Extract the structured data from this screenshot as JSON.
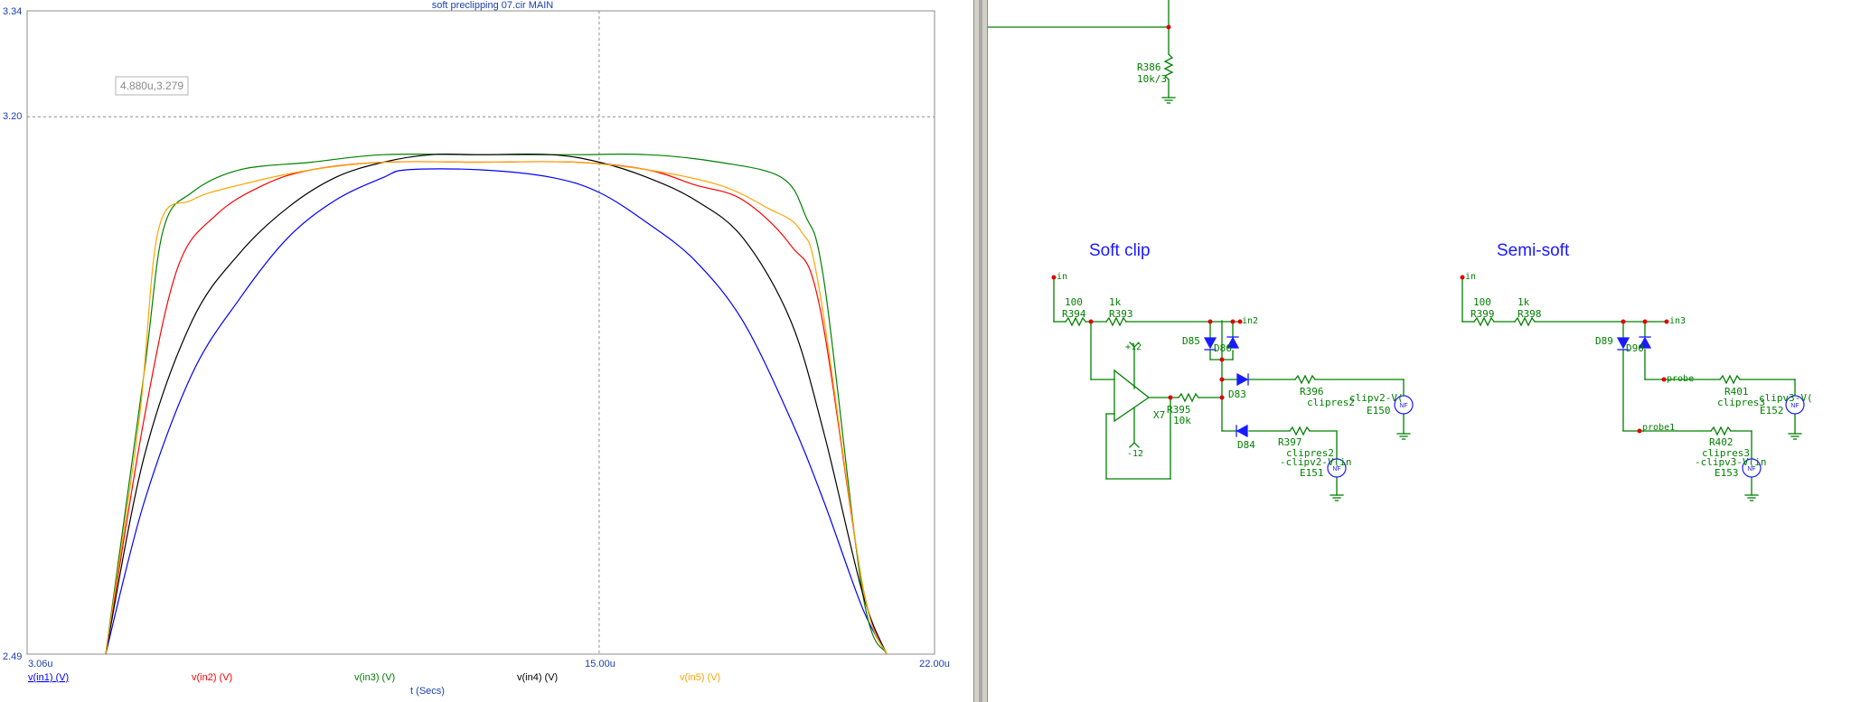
{
  "plot": {
    "title": "soft preclipping 07.cir MAIN",
    "cursor_readout": "4.880u,3.279",
    "x_axis_label": "t (Secs)",
    "x_ticks": [
      "3.06u",
      "15.00u",
      "22.00u"
    ],
    "y_ticks": [
      "3.34",
      "3.20",
      "2.49"
    ],
    "legend": [
      {
        "label": "v(in1) (V)",
        "color": "#0000ff"
      },
      {
        "label": "v(in2) (V)",
        "color": "#ff0000"
      },
      {
        "label": "v(in3) (V)",
        "color": "#008000"
      },
      {
        "label": "v(in4) (V)",
        "color": "#000000"
      },
      {
        "label": "v(in5) (V)",
        "color": "#ffa500"
      }
    ]
  },
  "chart_data": {
    "type": "line",
    "title": "soft preclipping 07.cir MAIN",
    "xlabel": "t (Secs)",
    "ylabel": "",
    "xlim": [
      3.06,
      22.0
    ],
    "ylim": [
      2.49,
      3.34
    ],
    "grid": "dashed crosshair at x=15.00u and y=3.20",
    "legend": "bottom",
    "series": [
      {
        "name": "v(in1) (V)",
        "color": "#0000ff",
        "x": [
          4.7,
          5.5,
          6.5,
          7.5,
          8.5,
          9.5,
          10.5,
          11.0,
          12.5,
          14.0,
          15.0,
          16.0,
          17.0,
          18.0,
          19.0,
          19.7,
          20.5,
          21.0
        ],
        "y": [
          2.49,
          2.69,
          2.86,
          2.96,
          3.04,
          3.09,
          3.12,
          3.13,
          3.13,
          3.12,
          3.1,
          3.06,
          3.01,
          2.93,
          2.8,
          2.69,
          2.55,
          2.49
        ]
      },
      {
        "name": "v(in2) (V)",
        "color": "#ff0000",
        "x": [
          4.7,
          5.5,
          6.2,
          7.0,
          8.0,
          9.0,
          10.5,
          12.5,
          14.5,
          16.0,
          17.0,
          18.0,
          19.0,
          19.6,
          20.5,
          21.0
        ],
        "y": [
          2.49,
          2.8,
          3.0,
          3.07,
          3.11,
          3.13,
          3.14,
          3.14,
          3.14,
          3.13,
          3.11,
          3.09,
          3.03,
          2.95,
          2.58,
          2.49
        ]
      },
      {
        "name": "v(in3) (V)",
        "color": "#008000",
        "x": [
          4.7,
          5.5,
          5.9,
          6.5,
          7.5,
          9.0,
          10.5,
          12.5,
          14.5,
          16.0,
          17.5,
          18.8,
          19.3,
          19.7,
          20.5,
          21.0
        ],
        "y": [
          2.49,
          2.86,
          3.05,
          3.1,
          3.13,
          3.14,
          3.15,
          3.15,
          3.15,
          3.15,
          3.14,
          3.12,
          3.07,
          2.98,
          2.57,
          2.49
        ]
      },
      {
        "name": "v(in4) (V)",
        "color": "#000000",
        "x": [
          4.7,
          5.5,
          6.5,
          7.5,
          8.5,
          9.5,
          10.5,
          11.5,
          12.5,
          14.0,
          15.0,
          16.0,
          17.0,
          18.0,
          19.0,
          19.7,
          20.5,
          21.0
        ],
        "y": [
          2.49,
          2.75,
          2.93,
          3.02,
          3.08,
          3.12,
          3.14,
          3.15,
          3.15,
          3.15,
          3.14,
          3.12,
          3.09,
          3.04,
          2.93,
          2.78,
          2.57,
          2.49
        ]
      },
      {
        "name": "v(in5) (V)",
        "color": "#ffa500",
        "x": [
          4.7,
          5.4,
          5.8,
          6.5,
          7.5,
          9.0,
          10.5,
          12.5,
          14.5,
          16.0,
          17.5,
          18.5,
          19.2,
          19.6,
          20.5,
          21.0
        ],
        "y": [
          2.49,
          2.8,
          3.05,
          3.09,
          3.11,
          3.13,
          3.14,
          3.14,
          3.14,
          3.13,
          3.11,
          3.08,
          3.05,
          2.97,
          2.58,
          2.49
        ]
      }
    ]
  },
  "schematic": {
    "labels": {
      "r386_name": "R386",
      "r386_val": "10k/3",
      "soft_clip_title": "Soft clip",
      "semi_soft_title": "Semi-soft",
      "in_a": "in",
      "r394_val": "100",
      "r394_name": "R394",
      "r393_val": "1k",
      "r393_name": "R393",
      "in2": "in2",
      "d85": "D85",
      "d86": "D86",
      "plus12": "+12",
      "minus12": "-12",
      "x7": "X7",
      "r395_name": "R395",
      "r395_val": "10k",
      "d83": "D83",
      "d84": "D84",
      "r396": "R396",
      "clipres2_a": "clipres2",
      "clipv2": "clipv2-V(",
      "e150": "E150",
      "r397": "R397",
      "clipres2_b": "clipres2",
      "neg_clipv2": "-clipv2-V(in",
      "e151": "E151",
      "in_b": "in",
      "r399_val": "100",
      "r399_name": "R399",
      "r398_val": "1k",
      "r398_name": "R398",
      "in3": "in3",
      "d89": "D89",
      "d90": "D90",
      "probe": "probe",
      "r401": "R401",
      "clipres3_a": "clipres3",
      "clipv3": "clipv3-V(",
      "e152": "E152",
      "probe1": "probe1",
      "r402": "R402",
      "clipres3_b": "clipres3",
      "neg_clipv3": "-clipv3-V(in",
      "e153": "E153",
      "nf": "NF"
    }
  }
}
